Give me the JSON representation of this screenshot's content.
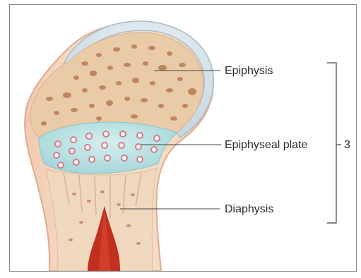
{
  "labels": {
    "epiphysis": "Epiphysis",
    "epiphyseal_plate": "Epiphyseal plate",
    "diaphysis": "Diaphysis",
    "bracket_number": "3"
  },
  "colors": {
    "bone": "#ecd3b2",
    "bone_edge": "#d8a98c",
    "cartilage_cap": "#cfdde6",
    "growth_plate": "#b5e0e0",
    "marrow": "#c0301f",
    "leader_line": "#444444"
  }
}
